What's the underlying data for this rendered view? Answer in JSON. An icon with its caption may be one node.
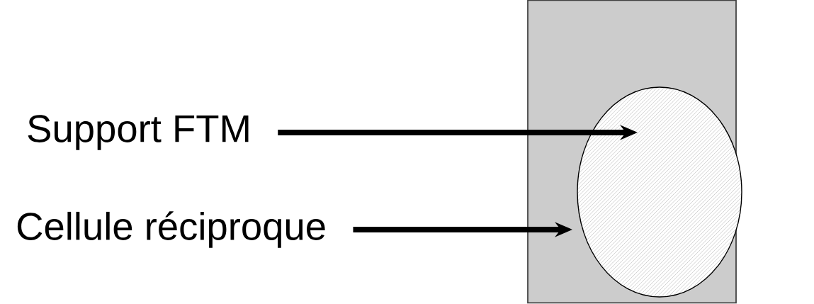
{
  "diagram": {
    "nodes": [
      {
        "text": [
          "Support FTM"
        ]
      },
      {
        "text": [
          "Cellule réciproque"
        ]
      },
      {
        "text": [],
        "shape": "box"
      },
      {
        "text": [],
        "shape": "circle",
        "in": 2
      }
    ],
    "edges": [
      {
        "from": 0,
        "to": 3,
        "arrow": "to"
      },
      {
        "from": 1,
        "to": 2,
        "arrow": "to"
      }
    ]
  }
}
